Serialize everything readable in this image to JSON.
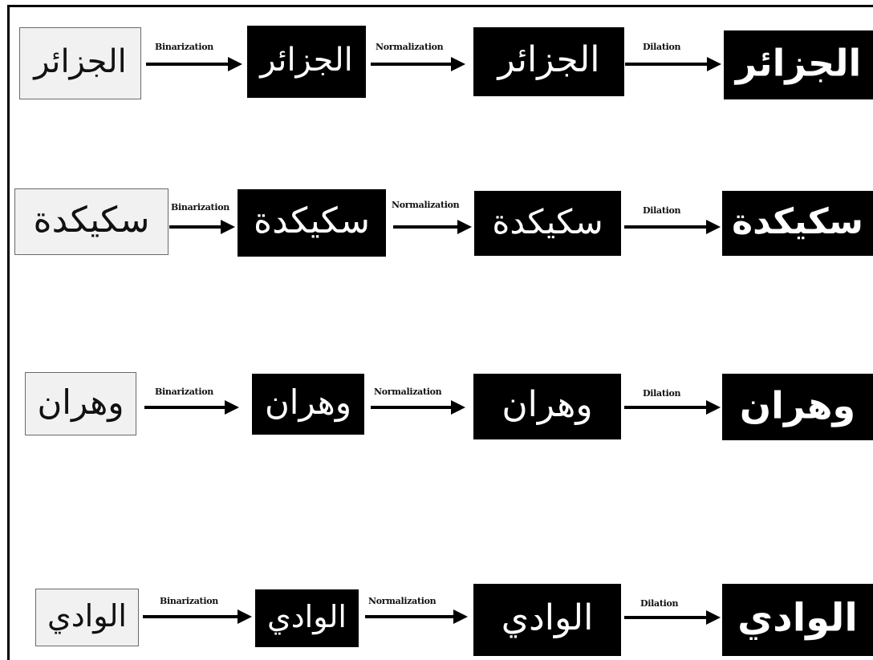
{
  "stages": [
    "Binarization",
    "Normalization",
    "Dilation"
  ],
  "rows": [
    {
      "word": "الجزائر"
    },
    {
      "word": "سكيكدة"
    },
    {
      "word": "وهران"
    },
    {
      "word": "الوادي"
    }
  ]
}
